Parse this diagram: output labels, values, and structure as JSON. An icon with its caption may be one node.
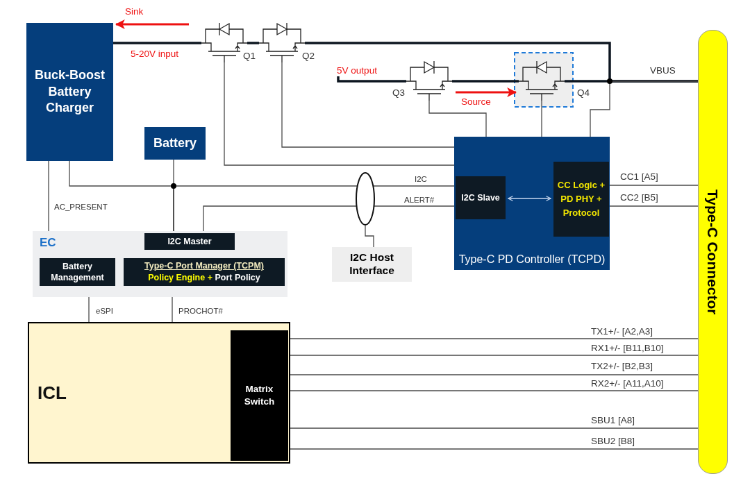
{
  "diagram": {
    "nodes": [
      {
        "text": [
          "Buck-Boost Battery Charger"
        ]
      },
      {
        "text": [
          "Battery"
        ]
      },
      {
        "text": [
          "EC"
        ]
      },
      {
        "text": [
          "I2C Master"
        ],
        "in": 2
      },
      {
        "text": [
          "Battery Management"
        ],
        "in": 2
      },
      {
        "text": [
          "Type-C Port Manager (TCPM)",
          "**Policy Engine +** Port Policy"
        ],
        "in": 2
      },
      {
        "text": [
          "Type-C PD Controller (TCPD)"
        ]
      },
      {
        "text": [
          "I2C Slave"
        ],
        "in": 6
      },
      {
        "text": [
          "CC Logic + PD PHY + Protocol"
        ],
        "in": 6
      },
      {
        "text": [
          "I2C Host Interface"
        ]
      },
      {
        "text": [
          "Type-C Connector"
        ]
      },
      {
        "text": [
          "ICL"
        ]
      },
      {
        "text": [
          "Matrix Switch"
        ],
        "in": 11
      },
      {
        "text": [],
        "shape": "transistor",
        "beside": [
          "Q1"
        ]
      },
      {
        "text": [],
        "shape": "transistor",
        "beside": [
          "Q2"
        ]
      },
      {
        "text": [],
        "shape": "transistor",
        "beside": [
          "Q3"
        ]
      },
      {
        "text": [],
        "shape": "transistor",
        "beside": [
          "Q4"
        ]
      },
      {
        "text": [
          "5V output"
        ]
      },
      {
        "text": [],
        "shape": "ellipse"
      }
    ],
    "edges": [
      {
        "from": 0,
        "to": 13,
        "arrow": "none",
        "style": "thick"
      },
      {
        "from": 13,
        "to": 14,
        "arrow": "none",
        "style": "thick"
      },
      {
        "from": 14,
        "to": 10,
        "arrow": "none",
        "style": "thick"
      },
      {
        "from": 17,
        "to": 15,
        "arrow": "none",
        "style": "thick"
      },
      {
        "from": 15,
        "to": 16,
        "arrow": "none",
        "style": "thick"
      },
      {
        "from": 16,
        "to": 10,
        "arrow": "none",
        "style": "thick"
      },
      {
        "from": 13,
        "to": 6,
        "arrow": "none"
      },
      {
        "from": 14,
        "to": 6,
        "arrow": "none"
      },
      {
        "from": 15,
        "to": 6,
        "arrow": "none"
      },
      {
        "from": 16,
        "to": 6,
        "arrow": "none"
      },
      {
        "from": 10,
        "to": 6,
        "arrow": "none"
      },
      {
        "from": 0,
        "to": 3,
        "arrow": "none"
      },
      {
        "from": 1,
        "to": 3,
        "arrow": "none"
      },
      {
        "from": 3,
        "to": 18,
        "arrow": "none"
      },
      {
        "from": 3,
        "to": 18,
        "arrow": "none"
      },
      {
        "from": 0,
        "to": 2,
        "arrow": "none"
      },
      {
        "from": 2,
        "to": 11,
        "arrow": "none"
      },
      {
        "from": 2,
        "to": 11,
        "arrow": "none"
      },
      {
        "from": 7,
        "to": 8,
        "arrow": "both",
        "color": "#c8d8f0"
      },
      {
        "from": 8,
        "to": 10,
        "arrow": "none"
      },
      {
        "from": 8,
        "to": 10,
        "arrow": "none"
      },
      {
        "from": 12,
        "to": 10,
        "arrow": "none"
      },
      {
        "from": 12,
        "to": 10,
        "arrow": "none"
      },
      {
        "from": 12,
        "to": 10,
        "arrow": "none"
      },
      {
        "from": 12,
        "to": 10,
        "arrow": "none"
      },
      {
        "from": 12,
        "to": 10,
        "arrow": "none"
      },
      {
        "from": 12,
        "to": 10,
        "arrow": "none"
      },
      {
        "from": 9,
        "to": 18,
        "arrow": "none"
      },
      {
        "from": 15,
        "to": 16,
        "arrow": "to",
        "label": "Source",
        "style": "thick",
        "color": "#ee1111"
      },
      {
        "from": 18,
        "to": 7,
        "arrow": "none"
      },
      {
        "from": 18,
        "to": 7,
        "arrow": "none"
      },
      {
        "from": null,
        "to": 0,
        "arrow": "to",
        "label": "Sink",
        "style": "thick",
        "color": "#ee1111"
      }
    ],
    "labels": [
      "5-20V input",
      "VBUS",
      "I2C",
      "ALERT#",
      "AC_PRESENT",
      "eSPI",
      "PROCHOT#",
      "CC1 [A5]",
      "CC2 [B5]",
      "TX1+/- [A2,A3]",
      "RX1+/- [B11,B10]",
      "TX2+/- [B2,B3]",
      "RX2+/- [A11,A10]",
      "SBU1 [A8]",
      "SBU2 [B8]"
    ]
  }
}
